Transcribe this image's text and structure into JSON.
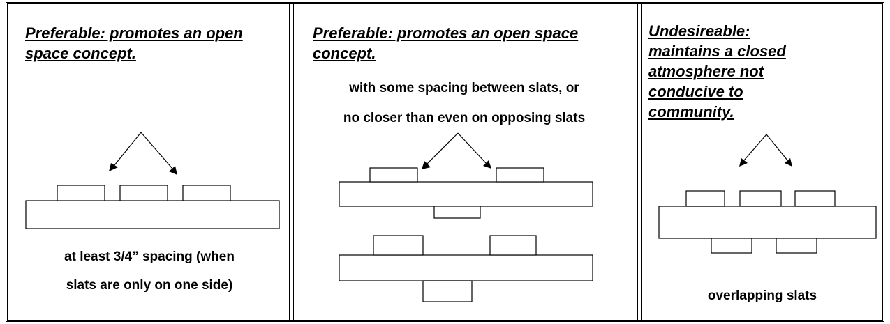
{
  "panels": [
    {
      "heading": "Preferable: promotes an open space concept.",
      "captions": [
        "at least 3/4” spacing (when",
        "slats are only on one side)"
      ]
    },
    {
      "heading": "Preferable: promotes an open space concept.",
      "captions": [
        "with some spacing between slats, or",
        "no closer than even on opposing slats"
      ]
    },
    {
      "heading": "Undesireable: maintains a closed atmosphere not conducive to community.",
      "captions": [
        "overlapping slats"
      ]
    }
  ]
}
